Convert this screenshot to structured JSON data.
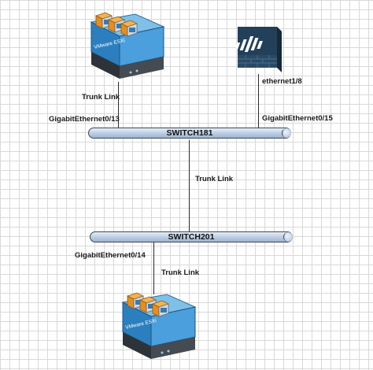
{
  "switches": [
    {
      "name": "SWITCH181"
    },
    {
      "name": "SWITCH201"
    }
  ],
  "labels": {
    "trunk_top": "Trunk Link",
    "ge013": "GigabitEthernet0/13",
    "ethernet18": "ethernet1/8",
    "ge015": "GigabitEthernet0/15",
    "trunk_middle": "Trunk Link",
    "ge014": "GigabitEthernet0/14",
    "trunk_bottom": "Trunk Link"
  },
  "devices": {
    "esxi_top": {
      "label": "VMware ESXi",
      "icon": "esxi-server-icon"
    },
    "firewall": {
      "icon": "palo-alto-firewall-icon"
    },
    "esxi_bottom": {
      "label": "VMware ESXi",
      "icon": "esxi-server-icon"
    }
  }
}
